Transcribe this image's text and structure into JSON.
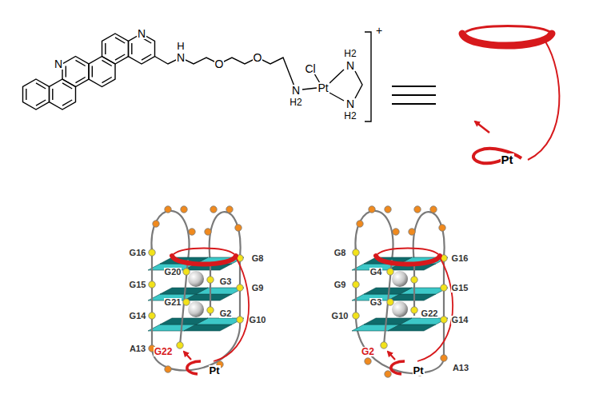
{
  "diagram": {
    "labels": [
      "N",
      "N",
      "H",
      "N",
      "O",
      "O",
      "N",
      "H2",
      "Cl",
      "Pt",
      "H2",
      "N",
      "N",
      "H2",
      "+",
      "Pt",
      "G16",
      "G15",
      "G14",
      "A13",
      "G20",
      "G3",
      "G21",
      "G2",
      "G22",
      "G8",
      "G9",
      "G10",
      "Pt",
      "G8",
      "G4",
      "G9",
      "G3",
      "G10",
      "G22",
      "G2",
      "G16",
      "G15",
      "G14",
      "A13",
      "Pt"
    ]
  }
}
